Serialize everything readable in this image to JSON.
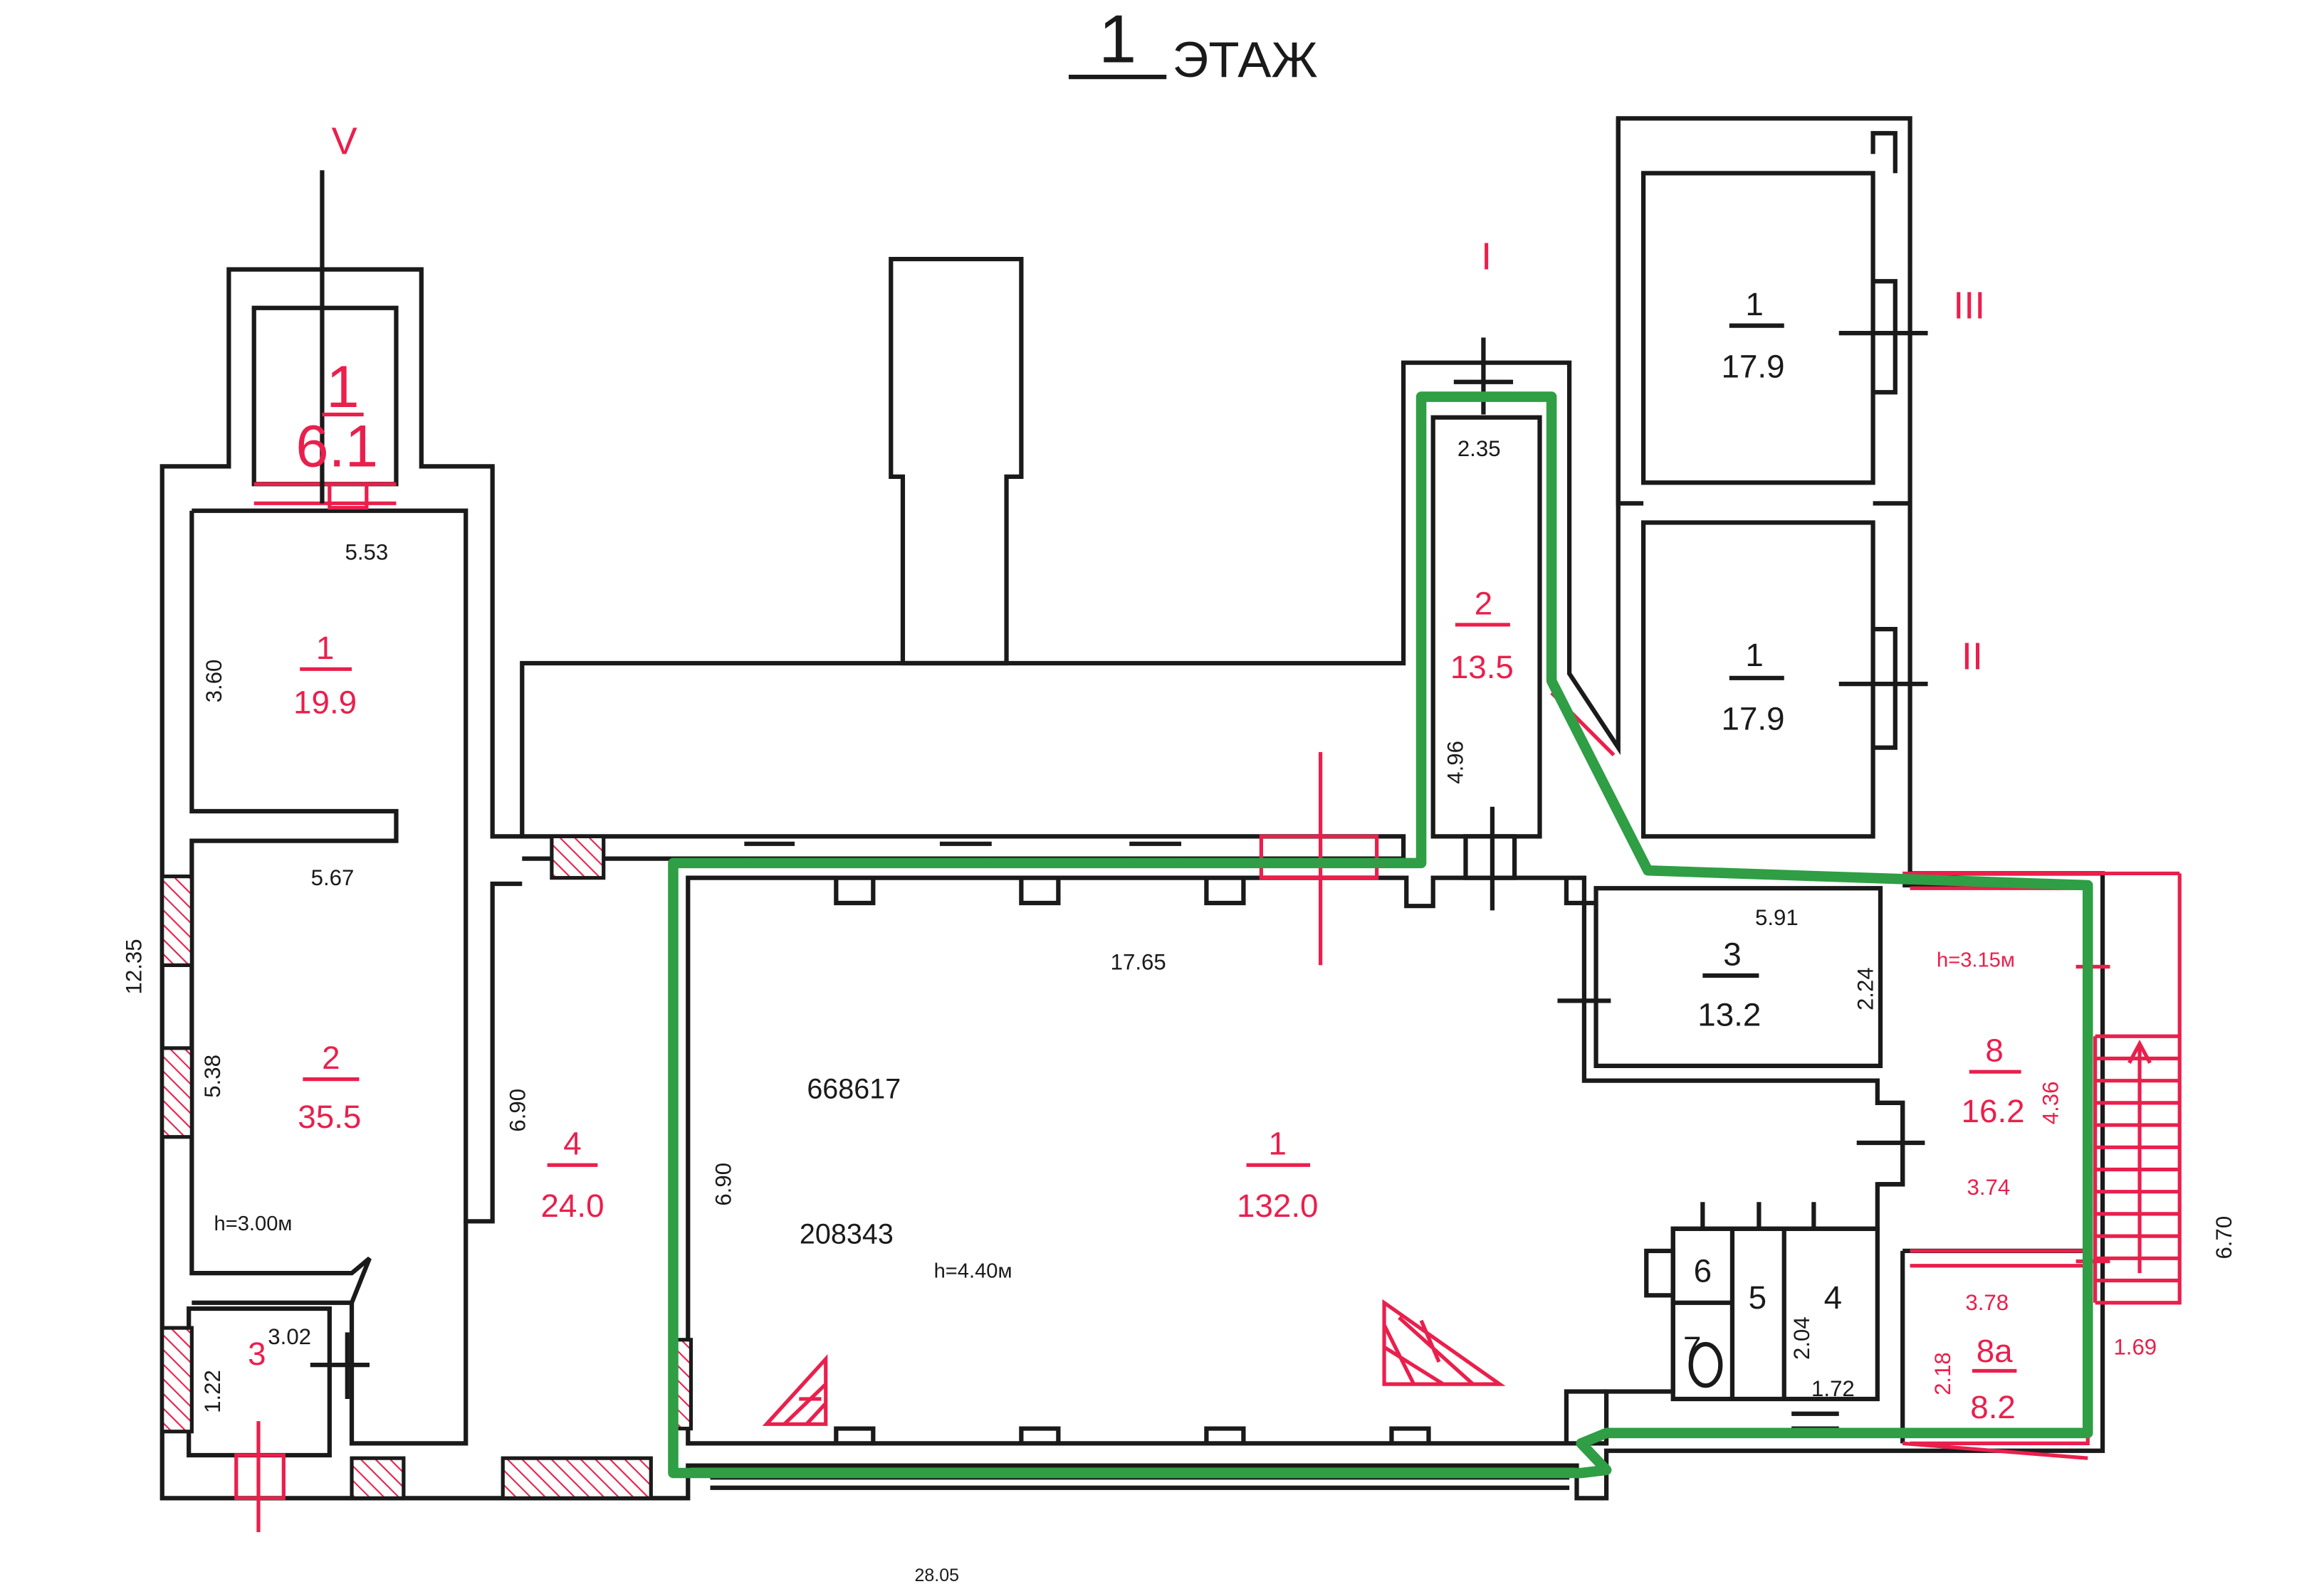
{
  "header": {
    "floor_number": "1",
    "floor_word": "ЭТАЖ"
  },
  "section_marks": {
    "v": "V",
    "i": "I",
    "iii": "III",
    "ii": "II"
  },
  "rooms": {
    "left_top": {
      "num": "1",
      "area": "6.1"
    },
    "left_upper": {
      "num": "1",
      "area": "19.9"
    },
    "left_main": {
      "num": "2",
      "area": "35.5"
    },
    "left_small": {
      "num": "3"
    },
    "corridor": {
      "num": "4",
      "area": "24.0"
    },
    "hall": {
      "num": "1",
      "area": "132.0"
    },
    "shaft": {
      "num": "2",
      "area": "13.5"
    },
    "office": {
      "num": "3",
      "area": "13.2"
    },
    "right_top": {
      "num": "1",
      "area": "17.9"
    },
    "right_mid": {
      "num": "1",
      "area": "17.9"
    },
    "room8": {
      "num": "8",
      "area": "16.2"
    },
    "room8a": {
      "num": "8a",
      "area": "8.2"
    },
    "wc4": {
      "num": "4"
    },
    "wc5": {
      "num": "5"
    },
    "wc6": {
      "num": "6"
    },
    "wc7": {
      "num": "7"
    }
  },
  "dimensions": {
    "d553": "5.53",
    "d360": "3.60",
    "d567": "5.67",
    "d1235": "12.35",
    "d538": "5.38",
    "d690a": "6.90",
    "d690b": "6.90",
    "d302": "3.02",
    "d122": "1.22",
    "d235": "2.35",
    "d496": "4.96",
    "d1765": "17.65",
    "d591": "5.91",
    "d224": "2.24",
    "d436": "4.36",
    "d374": "3.74",
    "d378": "3.78",
    "d218": "2.18",
    "d169": "1.69",
    "d670": "6.70",
    "d204": "2.04",
    "d172": "1.72",
    "d2805": "28.05"
  },
  "heights": {
    "left": "h=3.00м",
    "hall": "h=4.40м",
    "right": "h=3.15м"
  },
  "codes": {
    "c1": "668617",
    "c2": "208343"
  }
}
